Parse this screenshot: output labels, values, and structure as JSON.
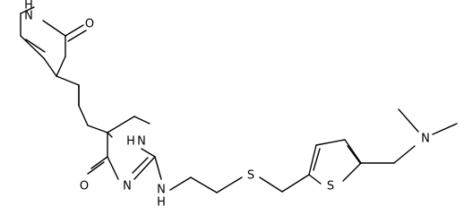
{
  "labels": {
    "pyridone_nh": "H\nN",
    "pyridone_o": "O",
    "pyrimidinone_nh": "H\nN",
    "pyrimidinone_o": "O",
    "pyrimidinone_n": "N",
    "amine_nh": "H\nN",
    "sulfur_link": "S",
    "thiophene_s": "S",
    "dimethylamine_n": "N"
  }
}
